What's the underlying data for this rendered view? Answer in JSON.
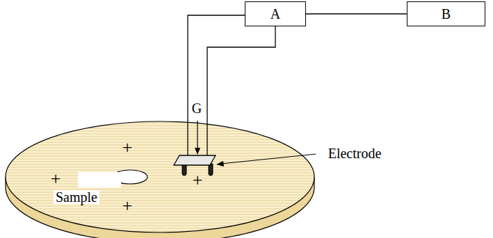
{
  "diagram": {
    "nodes": [
      {
        "text": [
          "A"
        ]
      },
      {
        "text": [
          "B"
        ]
      }
    ],
    "edges": [
      {
        "from": 0,
        "to": 1,
        "arrow": "none"
      }
    ],
    "labels": [
      "G",
      "+",
      "Electrode",
      "+",
      "+",
      "Sample",
      "+"
    ]
  }
}
